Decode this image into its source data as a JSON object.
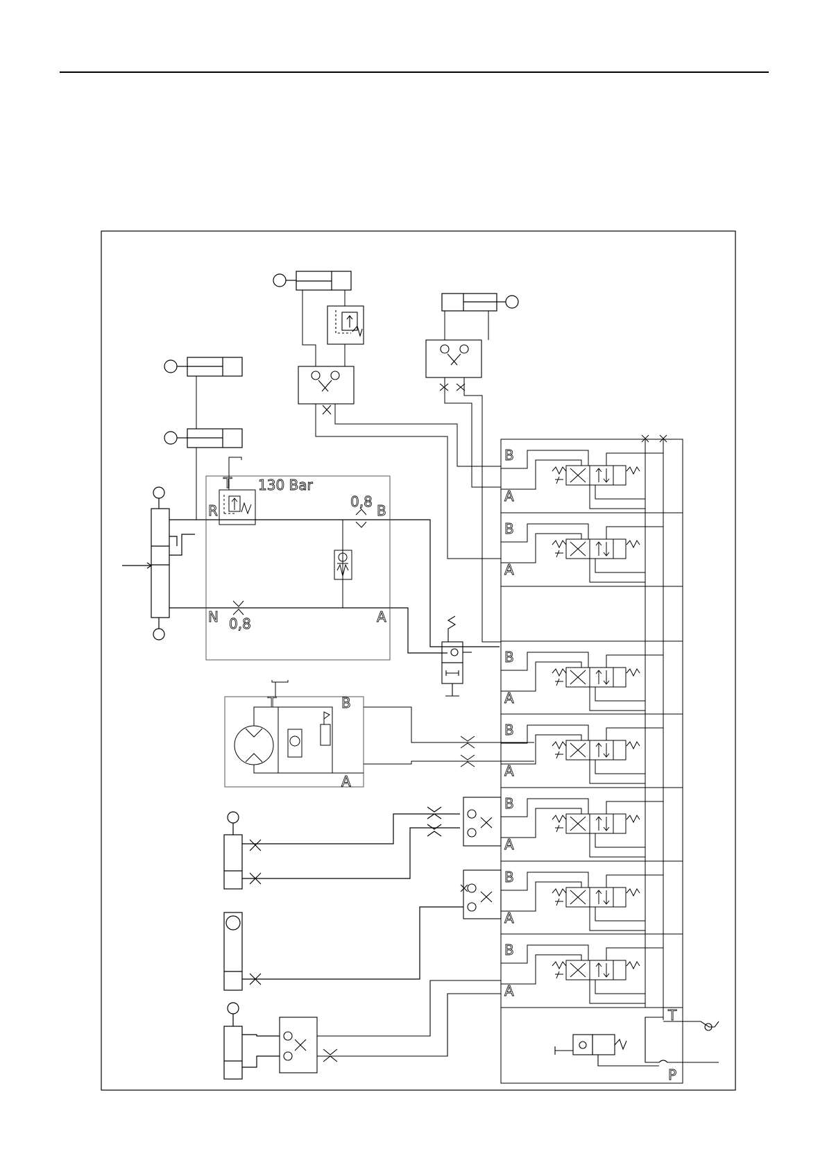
{
  "diagram": {
    "relief_pressure": "130 Bar",
    "orifice_top": "0,8",
    "orifice_bottom": "0,8",
    "relief_block": {
      "port_t": "T",
      "port_r": "R",
      "port_b": "B",
      "port_n": "N",
      "port_a": "A"
    },
    "motor_block": {
      "port_t": "T",
      "port_b": "B",
      "port_a": "A"
    },
    "valve_ports": {
      "b": "B",
      "a": "A"
    },
    "inlet": {
      "port_t": "T",
      "port_p": "P"
    }
  }
}
